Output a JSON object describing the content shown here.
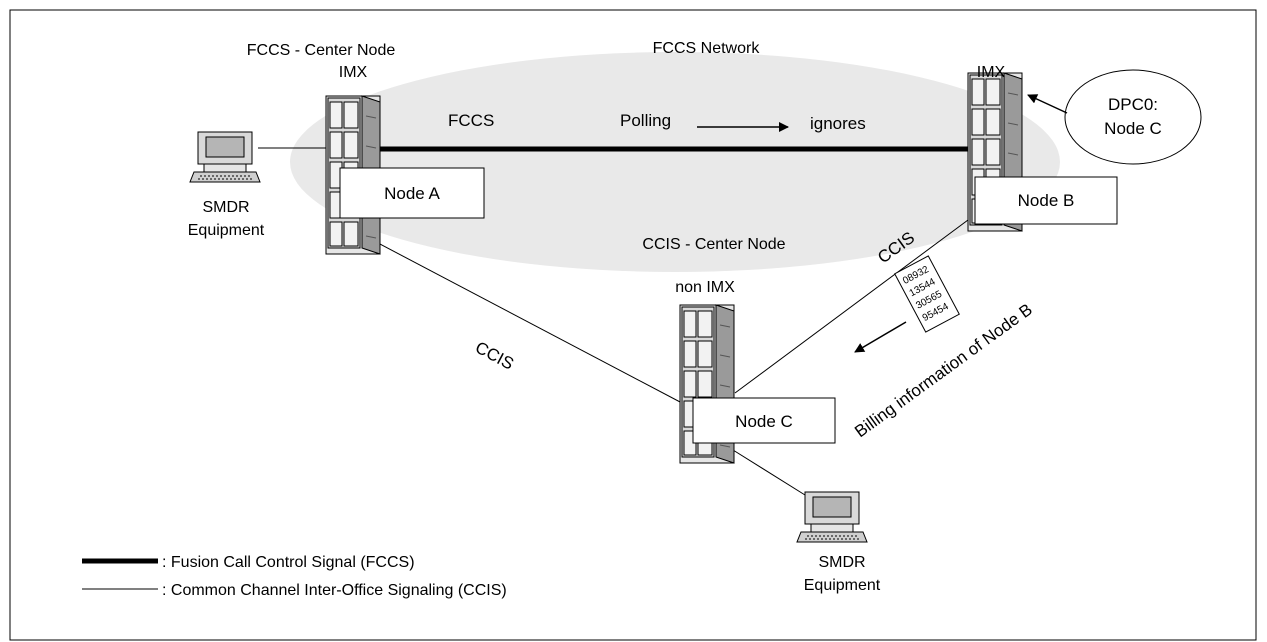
{
  "network": {
    "title": "FCCS Network",
    "fccs_label": "FCCS",
    "polling_label": "Polling",
    "ignores_label": "ignores"
  },
  "node_a": {
    "header_line1": "FCCS - Center Node",
    "header_line2": "IMX",
    "box_label": "Node A"
  },
  "node_b": {
    "header": "IMX",
    "box_label": "Node B",
    "bubble_line1": "DPC0:",
    "bubble_line2": "Node C"
  },
  "node_c": {
    "header_line1": "CCIS - Center Node",
    "header_line2": "non IMX",
    "box_label": "Node C"
  },
  "links": {
    "ccis_left": "CCIS",
    "ccis_right": "CCIS"
  },
  "smdr_left": {
    "line1": "SMDR",
    "line2": "Equipment"
  },
  "smdr_bottom": {
    "line1": "SMDR",
    "line2": "Equipment"
  },
  "billing": {
    "label": "Billing information of Node B",
    "slip_lines": [
      "08932",
      "13544",
      "30565",
      "95454"
    ]
  },
  "legend": {
    "fccs": ": Fusion Call Control Signal (FCCS)",
    "ccis": ": Common Channel Inter-Office Signaling (CCIS)"
  }
}
